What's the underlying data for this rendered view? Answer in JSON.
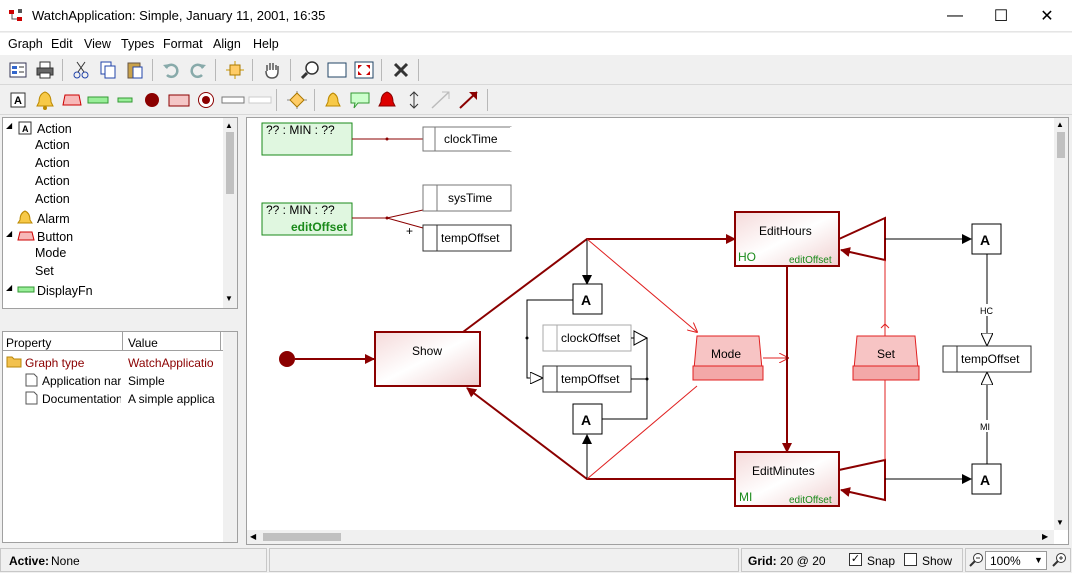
{
  "window": {
    "title": "WatchApplication: Simple, January 11, 2001, 16:35",
    "minimize": "—",
    "maximize": "☐",
    "close": "✕"
  },
  "menu": [
    "Graph",
    "Edit",
    "View",
    "Types",
    "Format",
    "Align",
    "Help"
  ],
  "tree": {
    "items": [
      {
        "label": "Action",
        "level": 0,
        "icon": "action-icon"
      },
      {
        "label": "Action",
        "level": 1
      },
      {
        "label": "Action",
        "level": 1
      },
      {
        "label": "Action",
        "level": 1
      },
      {
        "label": "Action",
        "level": 1
      },
      {
        "label": "Alarm",
        "level": 0,
        "icon": "alarm-icon"
      },
      {
        "label": "Button",
        "level": 0,
        "icon": "button-icon"
      },
      {
        "label": "Mode",
        "level": 1
      },
      {
        "label": "Set",
        "level": 1
      },
      {
        "label": "DisplayFn",
        "level": 0,
        "icon": "displayfn-icon"
      }
    ]
  },
  "properties": {
    "headers": [
      "Property",
      "Value"
    ],
    "rows": [
      {
        "name": "Graph type",
        "value": "WatchApplicatio",
        "level": 0
      },
      {
        "name": "Application nar",
        "value": "Simple",
        "level": 1
      },
      {
        "name": "Documentation",
        "value": "A simple applica",
        "level": 1
      }
    ]
  },
  "diagram": {
    "display1": {
      "line1": "?? :  MIN  : ??",
      "target": "clockTime"
    },
    "display2": {
      "line1": "?? :  MIN  : ??",
      "line2": "editOffset",
      "targets": [
        "sysTime",
        "tempOffset"
      ],
      "plus": "+"
    },
    "show": "Show",
    "mode": "Mode",
    "set": "Set",
    "edithours": {
      "label": "EditHours",
      "sub": "editOffset",
      "tag": "HO"
    },
    "editminutes": {
      "label": "EditMinutes",
      "sub": "editOffset",
      "tag": "MI"
    },
    "actionA": "A",
    "clockOffset": "clockOffset",
    "tempOffset": "tempOffset",
    "hc": "HC",
    "mi": "MI"
  },
  "status": {
    "active_label": "Active:",
    "active_value": "None",
    "grid_label": "Grid:",
    "grid_value": "20 @ 20",
    "snap": "Snap",
    "show": "Show",
    "zoom": "100%"
  },
  "colors": {
    "accent": "#8b0000",
    "node_fill": "#f3dede",
    "green": "#1a8a1a",
    "green_fill": "#e0f7e0",
    "light_red": "#e02020"
  }
}
